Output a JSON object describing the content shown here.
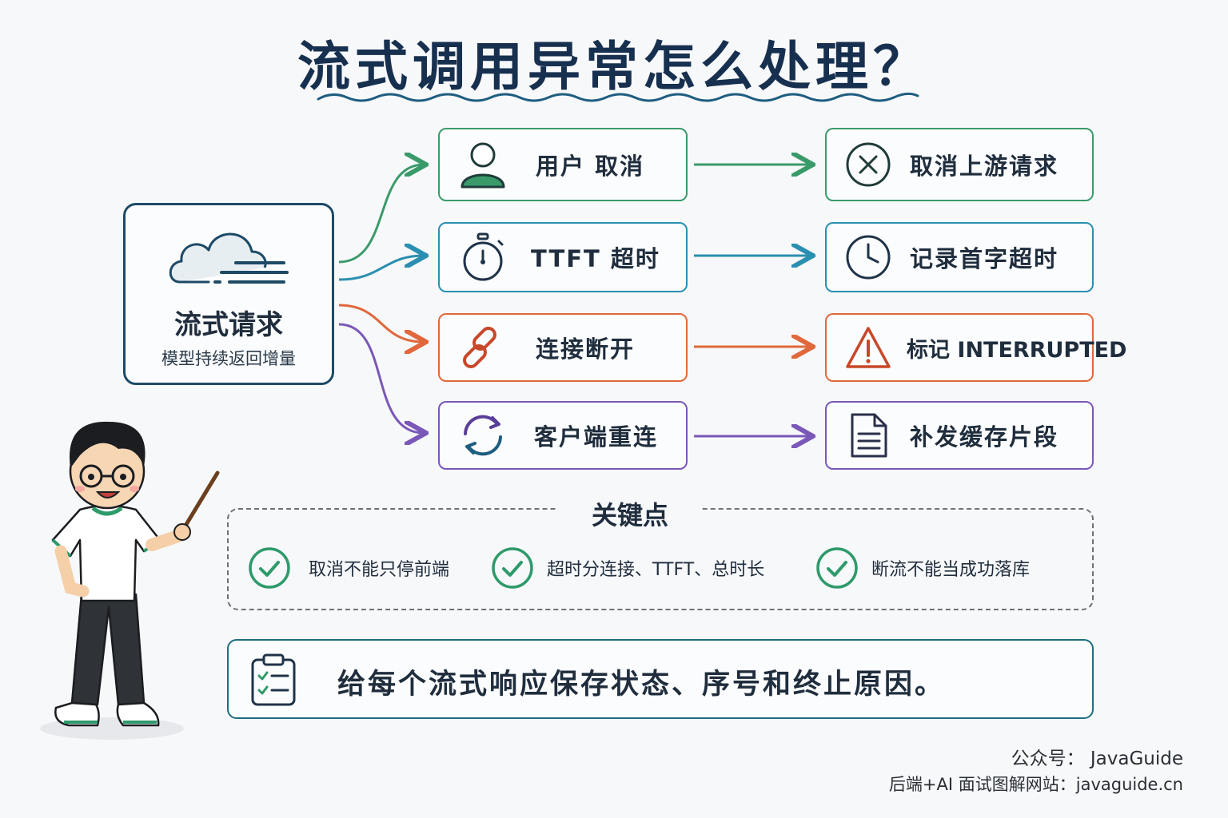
{
  "title": "流式调用异常怎么处理？",
  "source": {
    "title": "流式请求",
    "subtitle": "模型持续返回增量",
    "icon": "cloud-stream-icon"
  },
  "branches": [
    {
      "trigger": "用户 取消",
      "trigger_icon": "user-icon",
      "action": "取消上游请求",
      "action_icon": "cancel-circle-icon",
      "color": "#3a9a6a"
    },
    {
      "trigger": "TTFT 超时",
      "trigger_icon": "stopwatch-icon",
      "action": "记录首字超时",
      "action_icon": "clock-icon",
      "color": "#2a8fb0"
    },
    {
      "trigger": "连接断开",
      "trigger_icon": "broken-link-icon",
      "action": "标记 INTERRUPTED",
      "action_icon": "warning-icon",
      "color": "#e0683c"
    },
    {
      "trigger": "客户端重连",
      "trigger_icon": "refresh-icon",
      "action": "补发缓存片段",
      "action_icon": "document-icon",
      "color": "#7a58b8"
    }
  ],
  "key_points": {
    "title": "关键点",
    "items": [
      "取消不能只停前端",
      "超时分连接、TTFT、总时长",
      "断流不能当成功落库"
    ]
  },
  "summary": "给每个流式响应保存状态、序号和终止原因。",
  "credits": {
    "line1": "公众号：  JavaGuide",
    "line2": "后端+AI 面试图解网站：javaguide.cn"
  }
}
